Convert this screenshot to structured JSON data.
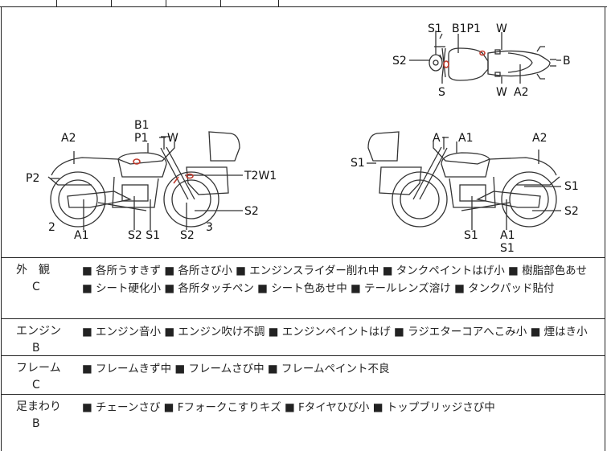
{
  "diagram": {
    "top_labels": {
      "s1": "S1",
      "b1p1": "B1P1",
      "w_top": "W",
      "s2": "S2",
      "b": "B",
      "s": "S",
      "w_bottom": "W",
      "a2": "A2"
    },
    "left_labels": {
      "b1": "B1",
      "p1": "P1",
      "w": "W",
      "a2": "A2",
      "p2": "P2",
      "t2w1": "T2W1",
      "s2_right": "S2",
      "n2": "2",
      "a1": "A1",
      "s2s1": "S2 S1",
      "s2_bottom": "S2",
      "n3": "3"
    },
    "right_labels": {
      "a": "A",
      "a1": "A1",
      "a2": "A2",
      "s1_left": "S1",
      "s1_right": "S1",
      "s2": "S2",
      "s1_bottom": "S1",
      "a1_bottom": "A1",
      "s1_bottom2": "S1"
    }
  },
  "sections": [
    {
      "name": "外　観",
      "grade": "C",
      "lines": [
        "■ 各所うすきず ■ 各所さび小 ■ エンジンスライダー削れ中 ■ タンクペイントはげ小 ■ 樹脂部色あせ",
        "■ シート硬化小 ■ 各所タッチペン ■ シート色あせ中 ■ テールレンズ溶け ■ タンクパッド貼付"
      ]
    },
    {
      "name": "エンジン",
      "grade": "B",
      "lines": [
        "■ エンジン音小 ■ エンジン吹け不調 ■ エンジンペイントはげ ■ ラジエターコアへこみ小 ■ 煙はき小"
      ]
    },
    {
      "name": "フレーム",
      "grade": "C",
      "lines": [
        "■ フレームきず中 ■ フレームさび中 ■ フレームペイント不良"
      ]
    },
    {
      "name": "足まわり",
      "grade": "B",
      "lines": [
        "■ チェーンさび ■ Fフォークこすりキズ ■ Fタイヤひび小 ■ トップブリッジさび中"
      ]
    }
  ]
}
